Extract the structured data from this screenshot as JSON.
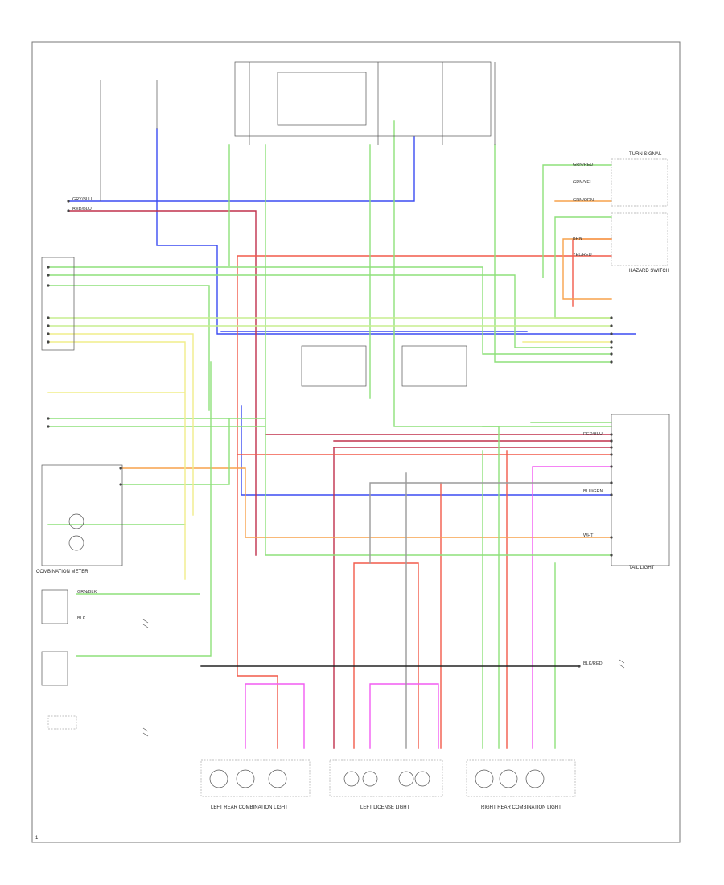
{
  "colors": {
    "green": "#8ee07a",
    "light_green": "#c7ee8f",
    "yellow": "#f1ed8a",
    "blue": "#3b4cf2",
    "red": "#f25a4a",
    "dark_red": "#c0304c",
    "orange": "#f7a24c",
    "magenta": "#f25cf2",
    "gray": "#9a9a9a",
    "black": "#222222"
  },
  "labels": {
    "combination_meter": "COMBINATION METER",
    "hazard_switch": "HAZARD SWITCH",
    "left_rear_combination_light": "LEFT REAR COMBINATION LIGHT",
    "left_license_light": "LEFT LICENSE LIGHT",
    "right_rear_combination_light": "RIGHT REAR COMBINATION LIGHT",
    "tail_light": "TAIL LIGHT",
    "turn_signal": "TURN SIGNAL",
    "page_id": "1"
  },
  "wire_tags": {
    "gry_blu": "GRY/BLU",
    "red_blu": "RED/BLU",
    "grn_red": "GRN/RED",
    "grn_yel": "GRN/YEL",
    "yel_red": "YEL/RED",
    "grn_blk": "GRN/BLK",
    "grn_orn": "GRN/ORN",
    "blk_red": "BLK/RED",
    "blu_grn": "BLU/GRN",
    "brn": "BRN",
    "wht": "WHT",
    "blk": "BLK"
  }
}
